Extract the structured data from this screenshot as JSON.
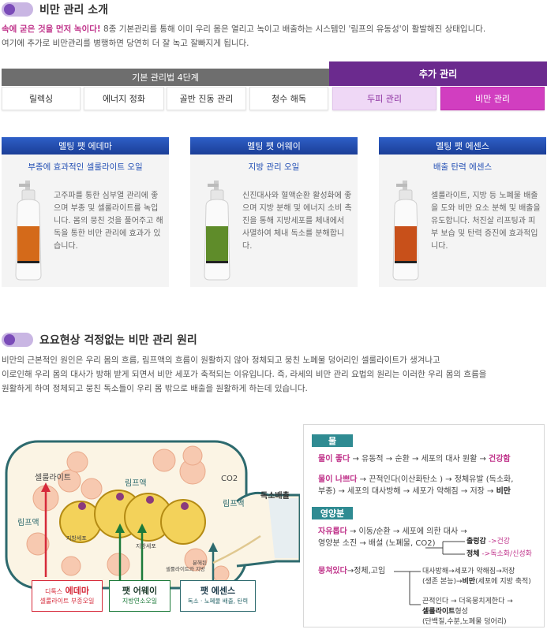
{
  "section1": {
    "title": "비만 관리 소개",
    "intro_highlight": "속에 굳은 것을 먼저 녹이다!",
    "intro_rest": " 8종 기본관리를 통해 이미 우리 몸은 열리고 녹이고 배출하는 시스템인 '림프의 유동성'이 활발해진 상태입니다.",
    "intro_line2": "여기에 추가로 비만관리를 병행하면 당연히 더 잘 녹고 잘빠지게 됩니다."
  },
  "basic": {
    "header": "기본 관리법 4단계",
    "steps": [
      "릴렉싱",
      "에너지 정화",
      "골반 진동 관리",
      "청수 해독"
    ]
  },
  "extra": {
    "header": "추가 관리",
    "steps": [
      "두피 관리",
      "비만 관리"
    ]
  },
  "products": [
    {
      "name": "멜팅 팻 에데마",
      "subtitle": "부종에 효과적인 셀룰라이트 오일",
      "desc": "고주파를 통한 심부열 관리에 좋으며 부종 및 셀룰라이트를 녹입니다. 몸의 뭉친 것을 풀어주고 해독을 통한 비만 관리에 효과가 있습니다.",
      "label_color": "#d46a1a"
    },
    {
      "name": "멜팅 팻 어웨이",
      "subtitle": "지방 관리 오일",
      "desc": "신진대사와 혈액순환 활성화에 좋으며 지방 분해 및 에너지 소비 촉진을 통해 지방세포를 체내에서 사멸하여 체내 독소를 분해합니다.",
      "label_color": "#5f8c2a"
    },
    {
      "name": "멜팅 팻 에센스",
      "subtitle": "배출 탄력 에센스",
      "desc": "셀룰라이트, 지방 등 노폐물 배출을 도와 비만 요소 분해 및 배출을 유도합니다. 처진살 리프팅과 피부 보습 및 탄력 증진에 효과적입니다.",
      "label_color": "#c8501a"
    }
  ],
  "section2": {
    "title": "요요현상 걱정없는 비만 관리 원리",
    "line1": "비만의 근본적인 원인은 우리 몸의 흐름, 림프액의 흐름이 원활하지 않아 정체되고 뭉친 노폐물 덩어리인 셀룰라이트가 생겨나고",
    "line2": "이로인해 우리 몸의 대사가 방해 받게 되면서 비만 세포가 축적되는 이유입니다. 즉, 라세의 비만 관리 요법의 원리는 이러한 우리 몸의 흐름을",
    "line3": "원활하게 하여 정체되고 뭉친 독소들이 우리 몸 밖으로 배출을 원활하게 하는데 있습니다."
  },
  "diagram": {
    "cellulite": "셀룰라이트",
    "lymph1": "림프액",
    "lymph2": "림프액",
    "lymph3": "림프액",
    "fat_cell": "지방세포",
    "fat_cell2": "지방세포",
    "co2": "CO2",
    "toxin_out": "독소배출",
    "decomposed": "분해된",
    "decomposed2": "셀룰라이트와 지방",
    "box1_title_small": "디톡스",
    "box1_title": "에데마",
    "box1_sub": "셀룰라이트 부종오일",
    "box2_title": "팻 어웨이",
    "box2_sub": "지방연소오일",
    "box3_title": "팻 에센스",
    "box3_sub": "독소 · 노폐물 배출, 탄력"
  },
  "info": {
    "water_tag": "물",
    "water_good_head": "물이 좋다",
    "water_good_rest": " → 유동적 → 순환 → 세포의 대사 원활 → ",
    "water_good_end": "건강함",
    "water_bad_head": "물이 나쁘다",
    "water_bad_rest": " → 끈적인다(이산화탄소 ) → 정체유발 (독소화,",
    "water_bad_line2": "부종) → 세포의 대사방해 → 세포가 약해짐 → 저장 → ",
    "water_bad_end": "비만",
    "nutrition_tag": "영양분",
    "flow_head": "자유롭다",
    "flow_rest": " → 이동/순환 → 세포에 의한 대사 →",
    "flow_line2": "영양분 소진 → 배설 (노폐물, CO2)",
    "branch1_a": "출렁감",
    "branch1_b": " ->건강",
    "branch2_a": "정체",
    "branch2_b": " ->독소화/신성화",
    "stuck_head": "뭉쳐있다",
    "stuck_rest": "→정체,고임",
    "stuck_b1_l1": "대사방해→세포가 약해짐→저장",
    "stuck_b1_l2a": "(생존 본능)→",
    "stuck_b1_l2b": "비만",
    "stuck_b1_l2c": "(세포에 지방 축적)",
    "stuck_b2_l1": "끈적인다 → 더욱뭉치게한다 →",
    "stuck_b2_l2": "셀룰라이트",
    "stuck_b2_l2b": "형성",
    "stuck_b2_l3": "(단백질,수분,노폐물 덩어리)"
  }
}
